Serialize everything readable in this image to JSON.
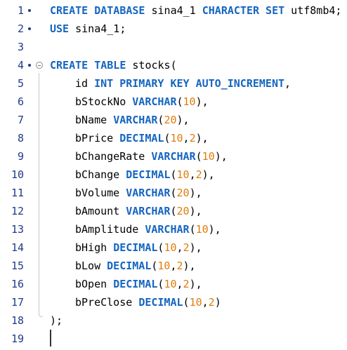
{
  "editor": {
    "lines": [
      {
        "number": "1",
        "marker": true,
        "tokens": [
          {
            "t": "CREATE DATABASE",
            "k": "kw"
          },
          {
            "t": " sina4_1 ",
            "k": "plain"
          },
          {
            "t": "CHARACTER SET",
            "k": "kw"
          },
          {
            "t": " utf8mb4;",
            "k": "plain"
          }
        ]
      },
      {
        "number": "2",
        "marker": true,
        "tokens": [
          {
            "t": "USE",
            "k": "kw"
          },
          {
            "t": " sina4_1;",
            "k": "plain"
          }
        ]
      },
      {
        "number": "3",
        "tokens": []
      },
      {
        "number": "4",
        "marker": true,
        "fold": true,
        "tokens": [
          {
            "t": "CREATE TABLE",
            "k": "kw"
          },
          {
            "t": " stocks(",
            "k": "plain"
          }
        ]
      },
      {
        "number": "5",
        "indent": true,
        "tokens": [
          {
            "t": "id ",
            "k": "plain"
          },
          {
            "t": "INT PRIMARY KEY AUTO_INCREMENT",
            "k": "kw"
          },
          {
            "t": ",",
            "k": "plain"
          }
        ]
      },
      {
        "number": "6",
        "indent": true,
        "tokens": [
          {
            "t": "bStockNo ",
            "k": "plain"
          },
          {
            "t": "VARCHAR",
            "k": "kw"
          },
          {
            "t": "(",
            "k": "plain"
          },
          {
            "t": "10",
            "k": "num"
          },
          {
            "t": "),",
            "k": "plain"
          }
        ]
      },
      {
        "number": "7",
        "indent": true,
        "tokens": [
          {
            "t": "bName ",
            "k": "plain"
          },
          {
            "t": "VARCHAR",
            "k": "kw"
          },
          {
            "t": "(",
            "k": "plain"
          },
          {
            "t": "20",
            "k": "num"
          },
          {
            "t": "),",
            "k": "plain"
          }
        ]
      },
      {
        "number": "8",
        "indent": true,
        "tokens": [
          {
            "t": "bPrice ",
            "k": "plain"
          },
          {
            "t": "DECIMAL",
            "k": "kw"
          },
          {
            "t": "(",
            "k": "plain"
          },
          {
            "t": "10",
            "k": "num"
          },
          {
            "t": ",",
            "k": "plain"
          },
          {
            "t": "2",
            "k": "num"
          },
          {
            "t": "),",
            "k": "plain"
          }
        ]
      },
      {
        "number": "9",
        "indent": true,
        "tokens": [
          {
            "t": "bChangeRate ",
            "k": "plain"
          },
          {
            "t": "VARCHAR",
            "k": "kw"
          },
          {
            "t": "(",
            "k": "plain"
          },
          {
            "t": "10",
            "k": "num"
          },
          {
            "t": "),",
            "k": "plain"
          }
        ]
      },
      {
        "number": "10",
        "indent": true,
        "tokens": [
          {
            "t": "bChange ",
            "k": "plain"
          },
          {
            "t": "DECIMAL",
            "k": "kw"
          },
          {
            "t": "(",
            "k": "plain"
          },
          {
            "t": "10",
            "k": "num"
          },
          {
            "t": ",",
            "k": "plain"
          },
          {
            "t": "2",
            "k": "num"
          },
          {
            "t": "),",
            "k": "plain"
          }
        ]
      },
      {
        "number": "11",
        "indent": true,
        "tokens": [
          {
            "t": "bVolume ",
            "k": "plain"
          },
          {
            "t": "VARCHAR",
            "k": "kw"
          },
          {
            "t": "(",
            "k": "plain"
          },
          {
            "t": "20",
            "k": "num"
          },
          {
            "t": "),",
            "k": "plain"
          }
        ]
      },
      {
        "number": "12",
        "indent": true,
        "tokens": [
          {
            "t": "bAmount ",
            "k": "plain"
          },
          {
            "t": "VARCHAR",
            "k": "kw"
          },
          {
            "t": "(",
            "k": "plain"
          },
          {
            "t": "20",
            "k": "num"
          },
          {
            "t": "),",
            "k": "plain"
          }
        ]
      },
      {
        "number": "13",
        "indent": true,
        "tokens": [
          {
            "t": "bAmplitude ",
            "k": "plain"
          },
          {
            "t": "VARCHAR",
            "k": "kw"
          },
          {
            "t": "(",
            "k": "plain"
          },
          {
            "t": "10",
            "k": "num"
          },
          {
            "t": "),",
            "k": "plain"
          }
        ]
      },
      {
        "number": "14",
        "indent": true,
        "tokens": [
          {
            "t": "bHigh ",
            "k": "plain"
          },
          {
            "t": "DECIMAL",
            "k": "kw"
          },
          {
            "t": "(",
            "k": "plain"
          },
          {
            "t": "10",
            "k": "num"
          },
          {
            "t": ",",
            "k": "plain"
          },
          {
            "t": "2",
            "k": "num"
          },
          {
            "t": "),",
            "k": "plain"
          }
        ]
      },
      {
        "number": "15",
        "indent": true,
        "tokens": [
          {
            "t": "bLow ",
            "k": "plain"
          },
          {
            "t": "DECIMAL",
            "k": "kw"
          },
          {
            "t": "(",
            "k": "plain"
          },
          {
            "t": "10",
            "k": "num"
          },
          {
            "t": ",",
            "k": "plain"
          },
          {
            "t": "2",
            "k": "num"
          },
          {
            "t": "),",
            "k": "plain"
          }
        ]
      },
      {
        "number": "16",
        "indent": true,
        "tokens": [
          {
            "t": "bOpen ",
            "k": "plain"
          },
          {
            "t": "DECIMAL",
            "k": "kw"
          },
          {
            "t": "(",
            "k": "plain"
          },
          {
            "t": "10",
            "k": "num"
          },
          {
            "t": ",",
            "k": "plain"
          },
          {
            "t": "2",
            "k": "num"
          },
          {
            "t": "),",
            "k": "plain"
          }
        ]
      },
      {
        "number": "17",
        "indent": true,
        "tokens": [
          {
            "t": "bPreClose ",
            "k": "plain"
          },
          {
            "t": "DECIMAL",
            "k": "kw"
          },
          {
            "t": "(",
            "k": "plain"
          },
          {
            "t": "10",
            "k": "num"
          },
          {
            "t": ",",
            "k": "plain"
          },
          {
            "t": "2",
            "k": "num"
          },
          {
            "t": ")",
            "k": "plain"
          }
        ]
      },
      {
        "number": "18",
        "tokens": [
          {
            "t": ");",
            "k": "plain"
          }
        ]
      },
      {
        "number": "19",
        "tokens": []
      }
    ]
  },
  "colors": {
    "keyword": "#1565c0",
    "number": "#e07b0e",
    "line_number": "#1f3a8a",
    "text": "#000000"
  }
}
